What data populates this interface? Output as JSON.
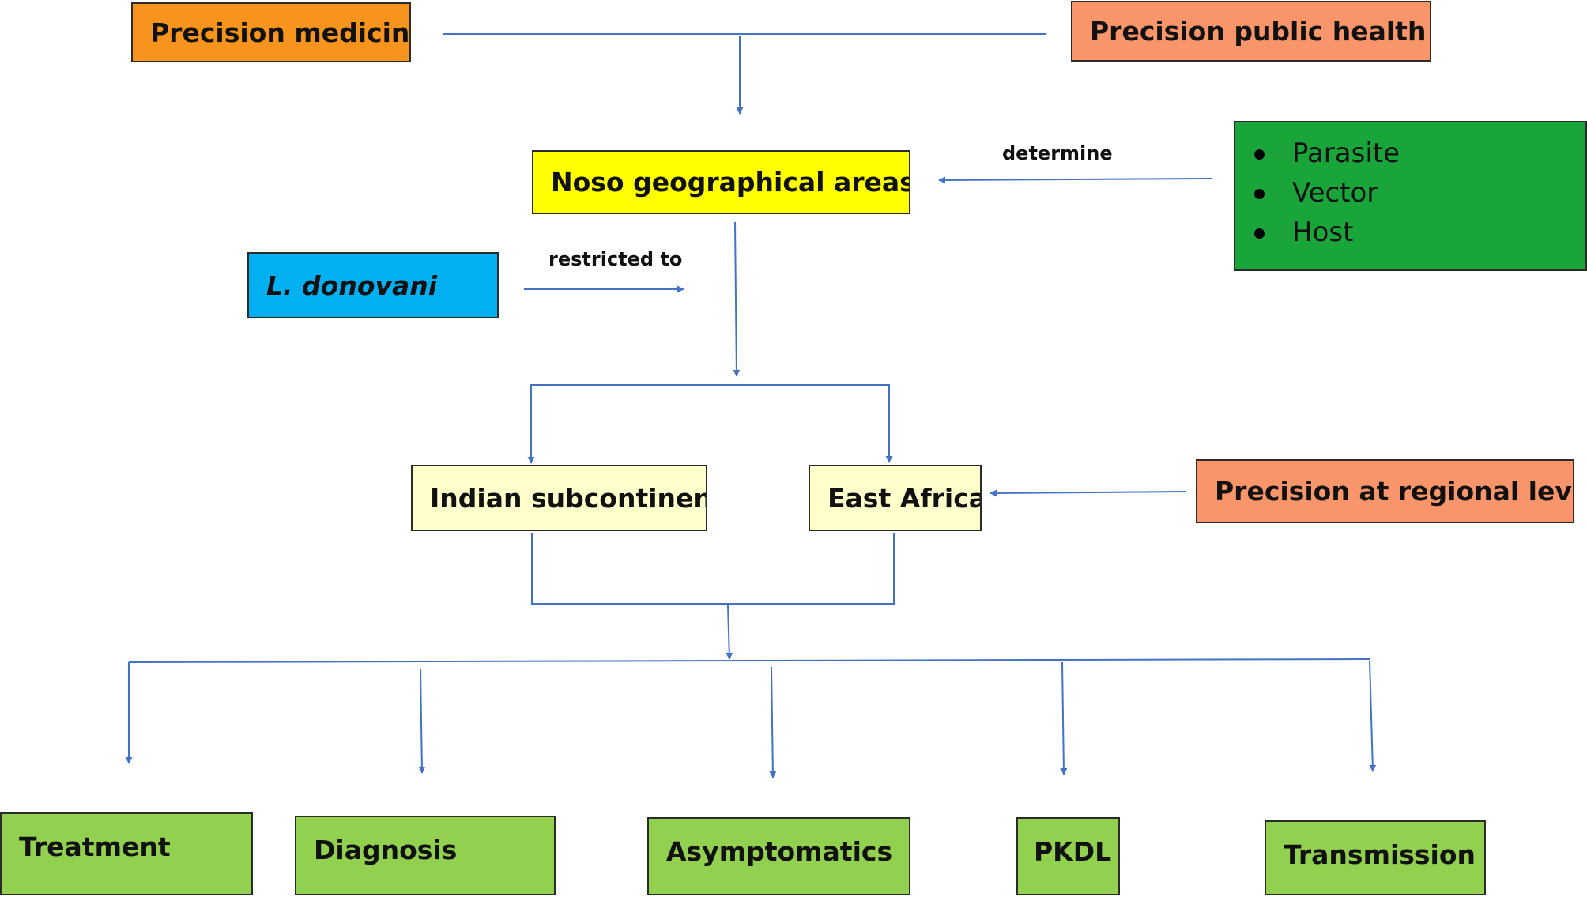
{
  "colors": {
    "orange": "#f7941d",
    "salmon": "#f8956a",
    "yellow": "#ffff00",
    "cyan": "#00b0f0",
    "dark_green": "#1aa53a",
    "light_green": "#92d050",
    "cream": "#ffffcc",
    "arrow": "#4472c4"
  },
  "nodes": {
    "precision_medicine": "Precision medicine",
    "precision_public_health": "Precision public health",
    "noso_areas": "Noso geographical areas",
    "l_donovani": "L. donovani",
    "determinants": [
      "Parasite",
      "Vector",
      "Host"
    ],
    "indian_subcontinent": "Indian subcontinent",
    "east_africa": "East Africa",
    "precision_regional": "Precision at regional level",
    "outcomes": [
      "Treatment",
      "Diagnosis",
      "Asymptomatics",
      "PKDL",
      "Transmission"
    ]
  },
  "edge_labels": {
    "determine": "determine",
    "restricted_to": "restricted to"
  }
}
